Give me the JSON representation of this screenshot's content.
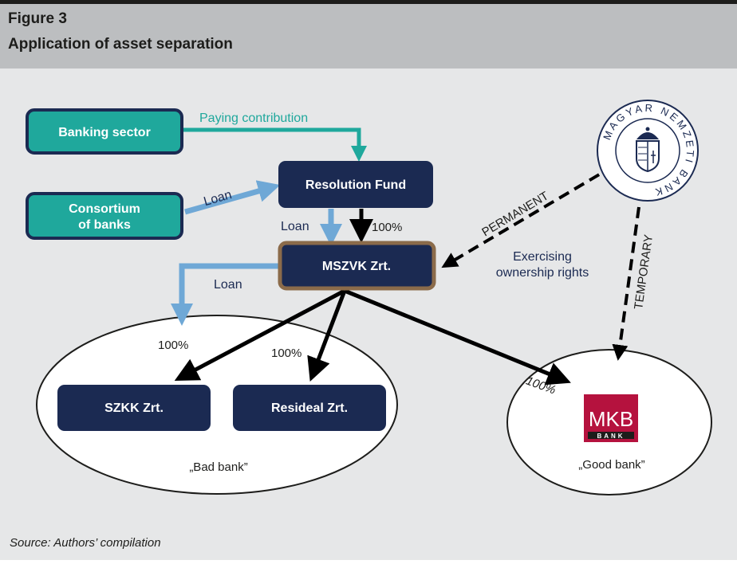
{
  "figure": {
    "number": "Figure 3",
    "title": "Application of asset separation",
    "source": "Source: Authors’ compilation"
  },
  "nodes": {
    "banking_sector": "Banking sector",
    "consortium_line1": "Consortium",
    "consortium_line2": "of banks",
    "resolution_fund": "Resolution Fund",
    "mszvk": "MSZVK Zrt.",
    "szkk": "SZKK Zrt.",
    "resideal": "Resideal Zrt.",
    "bad_bank": "„Bad bank”",
    "good_bank": "„Good bank”"
  },
  "edge_labels": {
    "paying_contribution": "Paying contribution",
    "loan_consortium": "Loan",
    "loan_fund": "Loan",
    "loan_mszvk": "Loan",
    "pct_fund_mszvk": "100%",
    "pct_szkk": "100%",
    "pct_resideal": "100%",
    "pct_mkb": "100%",
    "permanent": "PERMANENT",
    "temporary": "TEMPORARY",
    "exercising_line1": "Exercising",
    "exercising_line2": "ownership rights"
  },
  "logos": {
    "mnb_seal_text": "MAGYAR NEMZETI BANK",
    "mkb_name": "MKB",
    "mkb_sub": "BANK"
  },
  "colors": {
    "teal": "#1fa89c",
    "navy": "#1b2a52",
    "light_blue": "#6fa8d6",
    "brown_border": "#8b6b4a",
    "mkb_red": "#b5123e"
  }
}
